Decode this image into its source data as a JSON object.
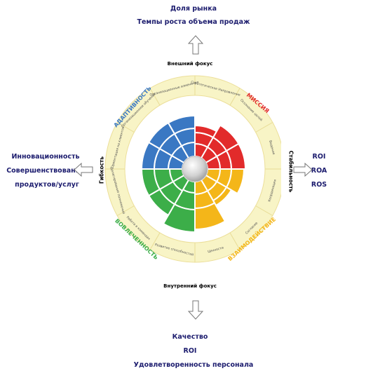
{
  "top": {
    "lines": [
      "Доля рынка",
      "Темпы роста объема продаж"
    ]
  },
  "left": {
    "lines": [
      "Инновационность",
      "Совершенствование",
      "продуктов/услуг"
    ]
  },
  "right": {
    "lines": [
      "ROI",
      "ROA",
      "ROS"
    ]
  },
  "bottom": {
    "lines": [
      "Качество",
      "ROI",
      "Удовлетворенность персонала"
    ]
  },
  "focus": {
    "external": "Внешний фокус",
    "internal": "Внутренний фокус"
  },
  "axes": {
    "left": "Гибкость",
    "right": "Стабильность"
  },
  "quadrants": [
    {
      "name": "АДАПТИВНОСТЬ",
      "color": "#3a78c3"
    },
    {
      "name": "МИССИЯ",
      "color": "#e22b2b"
    },
    {
      "name": "ВЗАИМОДЕЙСТВИЕ",
      "color": "#f4b619"
    },
    {
      "name": "ВОВЛЕЧЕННОСТЬ",
      "color": "#3cae49"
    }
  ],
  "ring_labels": [
    "Стратегическое Направление",
    "Осознание целей",
    "Видение",
    "Координация",
    "Согласие",
    "Ценности",
    "Развитие способностей",
    "Работа в командах",
    "Делегирование полномочий",
    "Ориентация на клиентов",
    "Организационное обучение",
    "Организационные изменения"
  ]
}
